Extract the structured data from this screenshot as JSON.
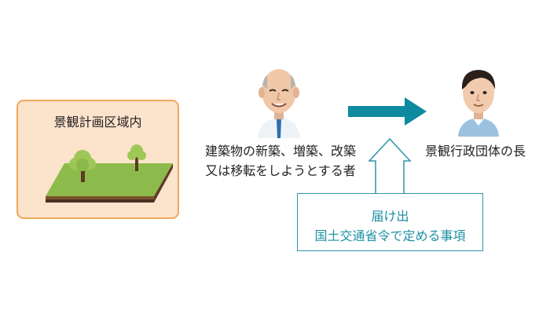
{
  "zone": {
    "title": "景観計画区域内"
  },
  "applicant": {
    "line1": "建築物の新築、増築、改築",
    "line2": "又は移転をしようとする者"
  },
  "authority": {
    "label": "景観行政団体の長"
  },
  "notification": {
    "line1": "届け出",
    "line2": "国土交通省令で定める事項"
  },
  "colors": {
    "arrow": "#0e8aa0",
    "box_border": "#f1a85c",
    "box_fill": "#fbe3cc",
    "notify_border": "#2a95a8"
  }
}
